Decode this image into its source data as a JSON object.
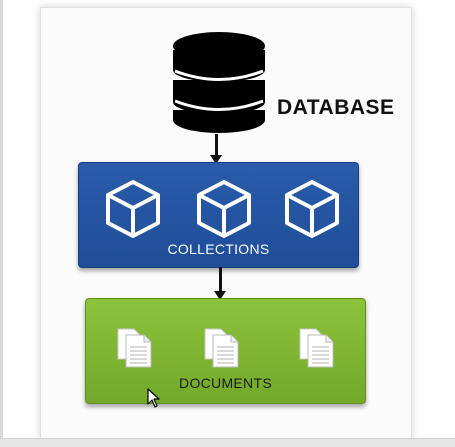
{
  "diagram": {
    "database_label": "DATABASE",
    "collections_label": "COLLECTIONS",
    "documents_label": "DOCUMENTS",
    "database_icon": "database-cylinder-icon",
    "collection_icon": "cube-icon",
    "collection_count": 3,
    "document_icon": "document-stack-icon",
    "document_count": 3
  },
  "colors": {
    "collections_fill": "#2458a8",
    "documents_fill": "#7fb832",
    "database_fill": "#000000",
    "arrow": "#111111"
  }
}
